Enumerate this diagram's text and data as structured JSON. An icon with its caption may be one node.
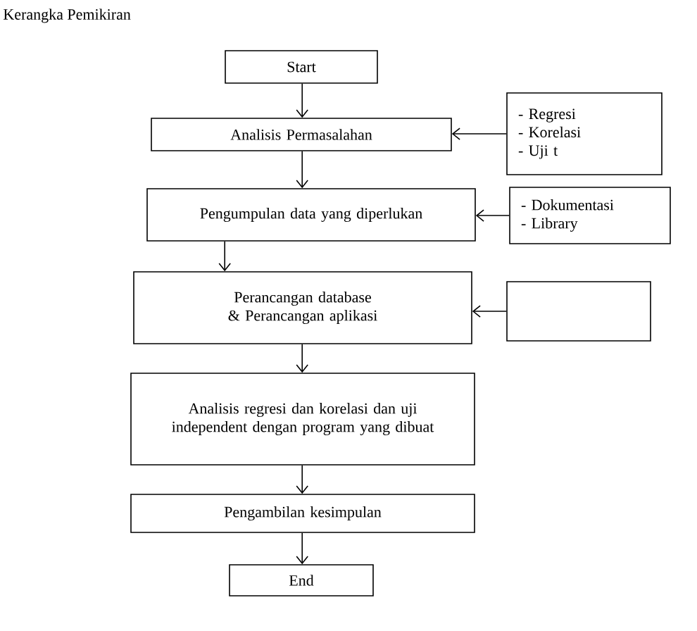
{
  "diagram": {
    "title": "Kerangka Pemikiran",
    "nodes": [
      {
        "text": [
          "Start"
        ]
      },
      {
        "text": [
          "Analisis Permasalahan"
        ]
      },
      {
        "text": [
          "- Regresi",
          "- Korelasi",
          "- Uji t"
        ]
      },
      {
        "text": [
          "Pengumpulan data yang diperlukan"
        ]
      },
      {
        "text": [
          "- Dokumentasi",
          "- Library"
        ]
      },
      {
        "text": [
          "Perancangan database & Perancangan aplikasi"
        ]
      },
      {
        "text": [],
        "shape": "box"
      },
      {
        "text": [
          "Analisis regresi dan korelasi dan uji independent dengan program yang dibuat"
        ]
      },
      {
        "text": [
          "Pengambilan kesimpulan"
        ]
      },
      {
        "text": [
          "End"
        ]
      }
    ],
    "edges": [
      {
        "from": 0,
        "to": 1,
        "arrow": "to"
      },
      {
        "from": 2,
        "to": 1,
        "arrow": "to"
      },
      {
        "from": 1,
        "to": 3,
        "arrow": "to"
      },
      {
        "from": 4,
        "to": 3,
        "arrow": "to"
      },
      {
        "from": 3,
        "to": 5,
        "arrow": "to"
      },
      {
        "from": 6,
        "to": 5,
        "arrow": "to"
      },
      {
        "from": 5,
        "to": 7,
        "arrow": "to"
      },
      {
        "from": 7,
        "to": 8,
        "arrow": "to"
      },
      {
        "from": 8,
        "to": 9,
        "arrow": "to"
      }
    ]
  }
}
